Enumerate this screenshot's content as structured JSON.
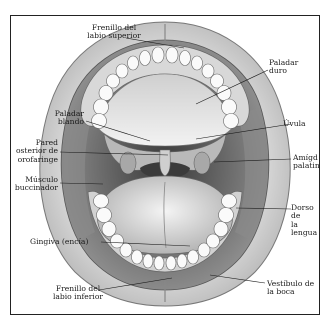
{
  "labels": {
    "frenillo_superior": "Frenillo del\nlabio superior",
    "paladar_duro": "Paladar\nduro",
    "paladar_blando": "Paladar\nblando",
    "uvula": "Úvula",
    "pared_orofaringe": "Pared\nosterior de\norofaringe",
    "amigdala_palatina": "Amígd\npalatin",
    "musculo_buccinador": "Músculo\nbuccinador",
    "dorso_lengua": "Dorso de\nla lengua",
    "gingiva": "Gingiva (encía)",
    "frenillo_inferior": "Frenillo del\nlabio inferior",
    "vestibulo_boca": "Vestíbulo de\nla boca"
  },
  "colors": {
    "ink": "#1a1a1a",
    "border": "#222222"
  }
}
